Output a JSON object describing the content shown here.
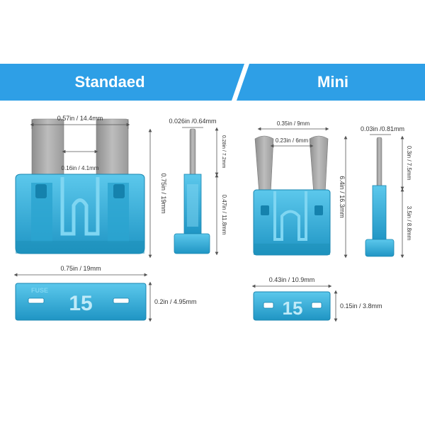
{
  "header": {
    "left_title": "Standaed",
    "right_title": "Mini",
    "banner_color": "#2e9fe6",
    "divider_color": "#ffffff"
  },
  "colors": {
    "fuse_body": "#35b3d9",
    "fuse_body_dark": "#1d8fb8",
    "blade_metal": "#a7a7a7",
    "dimension_line": "#555555"
  },
  "standard": {
    "front_width": "0.57in / 14.4mm",
    "blade_gap": "0.16in / 4.1mm",
    "front_height": "0.75in / 19mm",
    "blade_thickness": "0.026in /0.64mm",
    "side_top": "0.28in / 7.2mm",
    "side_bottom": "0.47in / 11.8mm",
    "top_width": "0.75in / 19mm",
    "top_thickness": "0.2in / 4.95mm",
    "rating": "15",
    "brand_text": "FUSE"
  },
  "mini": {
    "front_width": "0.35in / 9mm",
    "blade_gap": "0.23in / 6mm",
    "front_height": "6.4in / 16.3mm",
    "blade_thickness": "0.03in /0.81mm",
    "side_top": "0.3in / 7.5mm",
    "side_bottom": "3.5in / 8.8mm",
    "top_width": "0.43in / 10.9mm",
    "top_thickness": "0.15in / 3.8mm",
    "rating": "15"
  }
}
